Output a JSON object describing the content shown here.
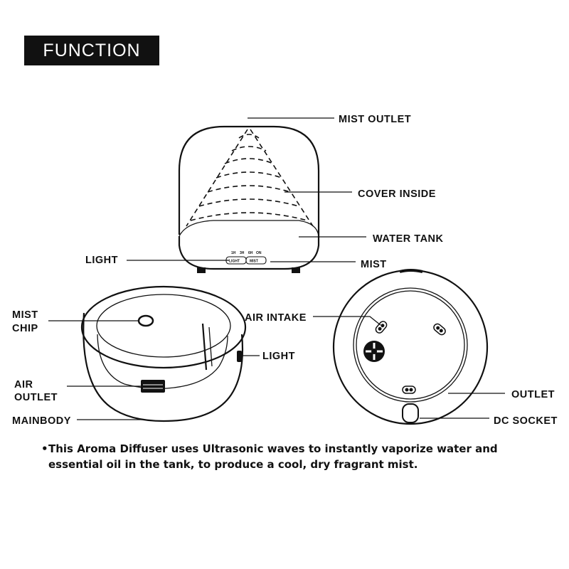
{
  "title": "FUNCTION",
  "labels": {
    "mist_outlet": "MIST OUTLET",
    "cover_inside": "COVER INSIDE",
    "water_tank": "WATER TANK",
    "light_top": "LIGHT",
    "mist_top": "MIST",
    "mist_chip_line1": "MIST",
    "mist_chip_line2": "CHIP",
    "light_side": "LIGHT",
    "air_outlet_line1": "AIR",
    "air_outlet_line2": "OUTLET",
    "mainbody": "MAINBODY",
    "air_intake": "AIR INTAKE",
    "outlet": "OUTLET",
    "dc_socket": "DC SOCKET"
  },
  "control_panel": {
    "timer_1h": "1H",
    "timer_3h": "3H",
    "timer_6h": "6H",
    "timer_on": "ON",
    "button_light": "LIGHT",
    "button_mist": "MIST"
  },
  "description": {
    "bullet": "•",
    "text": "This Aroma Diffuser uses Ultrasonic waves to instantly vaporize water and essential oil in the tank, to produce a cool, dry fragrant mist."
  },
  "colors": {
    "ink": "#111111",
    "background": "#ffffff",
    "title_bg": "#111111",
    "title_fg": "#ffffff"
  }
}
